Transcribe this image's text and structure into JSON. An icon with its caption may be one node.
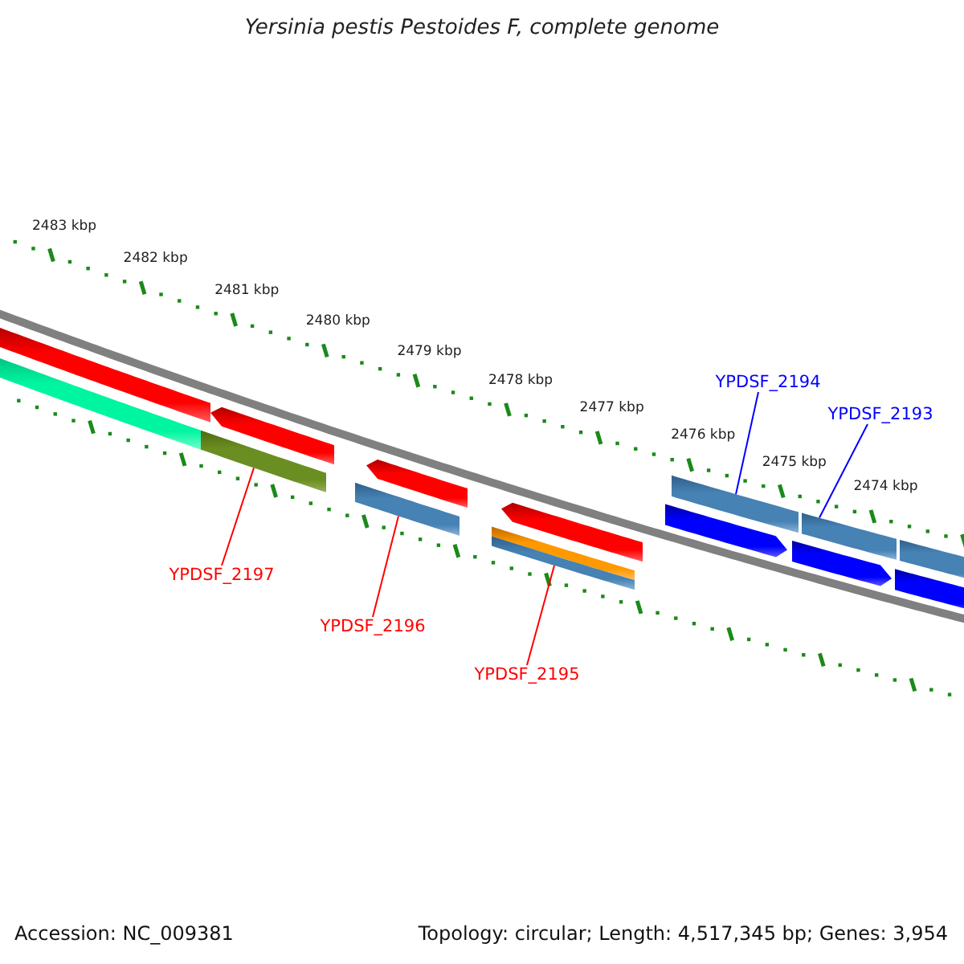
{
  "diagram": {
    "title": "Yersinia pestis Pestoides F, complete genome",
    "nodes": [
      {
        "text": [
          "YPDSF_2194"
        ]
      },
      {
        "text": [
          "YPDSF_2193"
        ]
      },
      {
        "text": [
          "YPDSF_2197"
        ]
      },
      {
        "text": [
          "YPDSF_2196"
        ]
      },
      {
        "text": [
          "YPDSF_2195"
        ]
      },
      {
        "text": [],
        "shape": "bar"
      },
      {
        "text": [],
        "shape": "bar"
      },
      {
        "text": [],
        "shape": "bar"
      },
      {
        "text": [],
        "shape": "bar"
      },
      {
        "text": [],
        "shape": "bar"
      },
      {
        "text": [],
        "shape": "bar"
      },
      {
        "text": [],
        "shape": "bar"
      },
      {
        "text": [],
        "shape": "bar"
      },
      {
        "text": [],
        "shape": "bar"
      },
      {
        "text": [],
        "shape": "bar"
      },
      {
        "text": [],
        "shape": "bar"
      },
      {
        "text": [],
        "shape": "bar"
      },
      {
        "text": [],
        "shape": "bar"
      },
      {
        "text": [],
        "shape": "bar"
      },
      {
        "text": [],
        "shape": "bar"
      }
    ],
    "edges": [
      {
        "from": 0,
        "to": 15,
        "arrow": "none",
        "color": "#0000ff"
      },
      {
        "from": 1,
        "to": 17,
        "arrow": "none",
        "color": "#0000ff"
      },
      {
        "from": 2,
        "to": 7,
        "arrow": "none"
      },
      {
        "from": 3,
        "to": 9,
        "arrow": "none"
      },
      {
        "from": 4,
        "to": 12,
        "arrow": "none"
      }
    ],
    "labels": [
      "2483 kbp",
      "2482 kbp",
      "2481 kbp",
      "2480 kbp",
      "2479 kbp",
      "2478 kbp",
      "2477 kbp",
      "2476 kbp",
      "2475 kbp",
      "2474 kbp",
      "Accession: NC_009381",
      "Topology: circular; Length: 4,517,345 bp; Genes: 3,954"
    ]
  }
}
